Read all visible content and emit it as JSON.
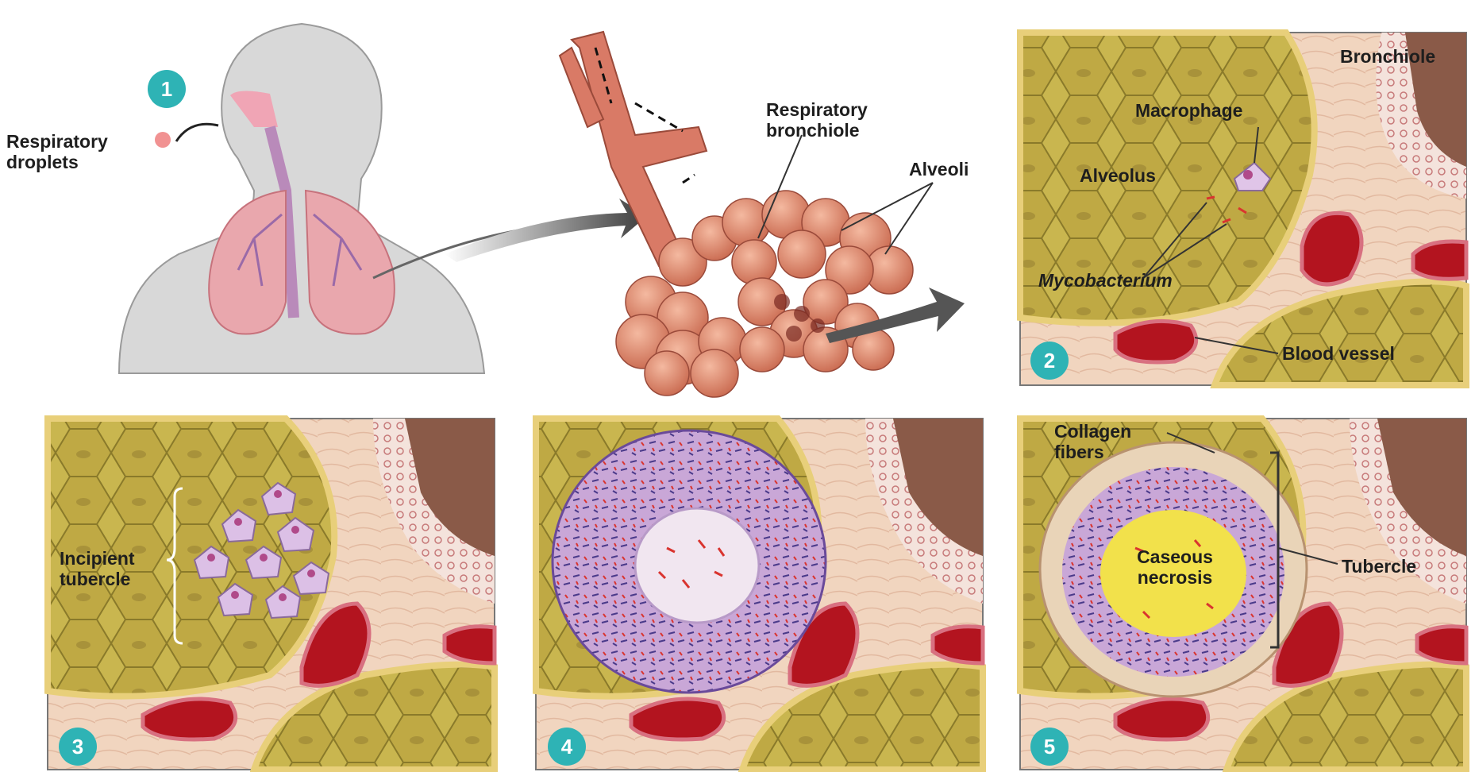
{
  "colors": {
    "badge": "#2eb3b5",
    "alveolus_wall": "#b7a23a",
    "tissue": "#f1d5bf",
    "blood": "#b3141f",
    "granuloma": "#c8a8d8",
    "necrosis": "#f2e14b",
    "lung": "#e9a7ad",
    "alveoli_cluster": "#e0917a"
  },
  "steps": {
    "s1": "1",
    "s2": "2",
    "s3": "3",
    "s4": "4",
    "s5": "5"
  },
  "labels": {
    "respiratory_droplets": "Respiratory\ndroplets",
    "respiratory_bronchiole": "Respiratory\nbronchiole",
    "alveoli": "Alveoli",
    "bronchiole": "Bronchiole",
    "macrophage": "Macrophage",
    "alveolus": "Alveolus",
    "mycobacterium": "Mycobacterium",
    "blood_vessel": "Blood vessel",
    "incipient_tubercle": "Incipient\ntubercle",
    "collagen_fibers": "Collagen\nfibers",
    "caseous_necrosis": "Caseous\nnecrosis",
    "tubercle": "Tubercle"
  },
  "icons": [
    "human-torso-icon",
    "lungs-icon",
    "alveoli-cluster-icon",
    "macrophage-icon",
    "blood-vessel-icon",
    "arrow-icon"
  ]
}
